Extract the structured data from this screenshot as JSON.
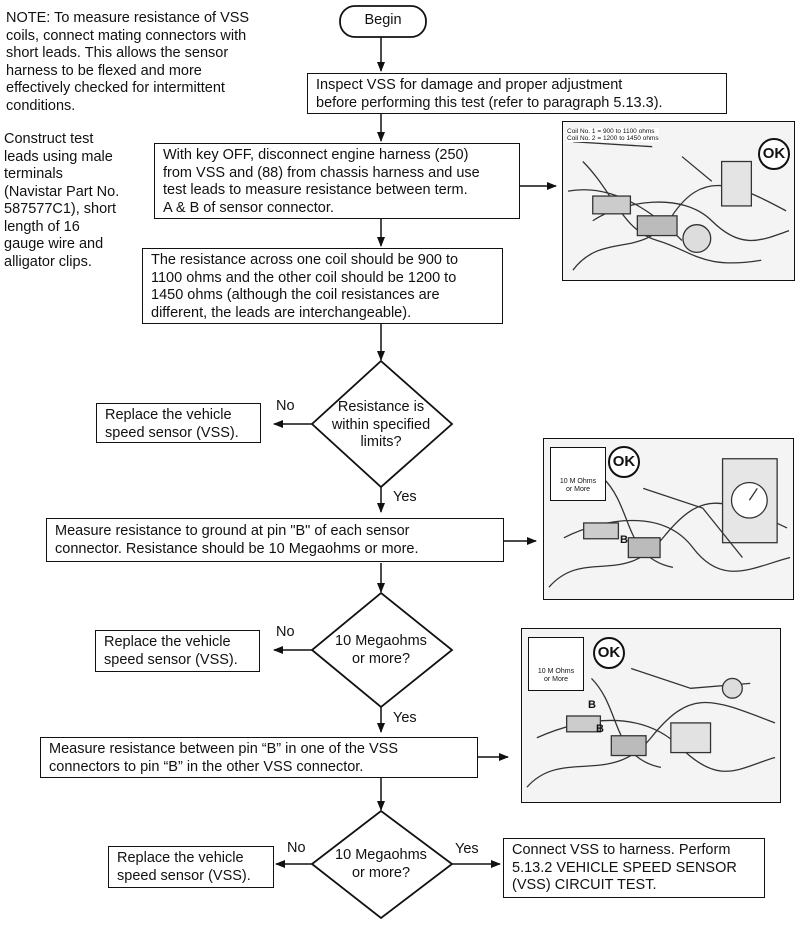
{
  "notes": {
    "top_note": "NOTE: To measure resistance of VSS\ncoils, connect mating connectors with\nshort leads. This allows the sensor\nharness to be flexed and more\neffectively checked for intermittent\nconditions.",
    "side_note": "Construct test\nleads using male\nterminals\n(Navistar Part No.\n587577C1), short\nlength of 16\ngauge wire and\nalligator clips."
  },
  "flow": {
    "begin": "Begin",
    "inspect": "Inspect VSS for damage and proper adjustment\nbefore performing this test (refer to paragraph 5.13.3).",
    "disconnect": "With key OFF, disconnect engine harness (250)\nfrom VSS and (88) from chassis harness and use\ntest leads to measure resistance between term.\nA & B of sensor connector.",
    "resistance_spec": "The resistance across one coil should be 900 to\n1100 ohms and the other coil should be 1200 to\n1450 ohms (although the coil resistances are\ndifferent, the leads are interchangeable).",
    "decision1": "Resistance is\nwithin specified\nlimits?",
    "replace1": "Replace the vehicle\nspeed sensor (VSS).",
    "ground_test": "Measure resistance to ground at pin \"B\" of each sensor\nconnector. Resistance should be 10 Megaohms or more.",
    "decision2": "10 Megaohms\nor more?",
    "replace2": "Replace the vehicle\nspeed sensor (VSS).",
    "pin_test": "Measure resistance between pin “B” in one of the VSS\nconnectors to pin “B” in the other VSS connector.",
    "decision3": "10 Megaohms\nor more?",
    "replace3": "Replace the vehicle\nspeed sensor (VSS).",
    "final": "Connect VSS to harness. Perform\n5.13.2 VEHICLE SPEED SENSOR\n(VSS) CIRCUIT TEST.",
    "yes_label": "Yes",
    "no_label": "No"
  },
  "figures": {
    "fig1_caption": "Coil No. 1 = 900 to 1100 ohms\nCoil No. 2 = 1200 to 1450 ohms",
    "fig1_ok": "OK",
    "fig2_inset": "10 M Ohms\nor More",
    "fig2_ok": "OK",
    "fig2_pin": "B",
    "fig3_inset": "10 M Ohms\nor More",
    "fig3_ok": "OK",
    "fig3_pin_a": "B",
    "fig3_pin_b": "B"
  }
}
